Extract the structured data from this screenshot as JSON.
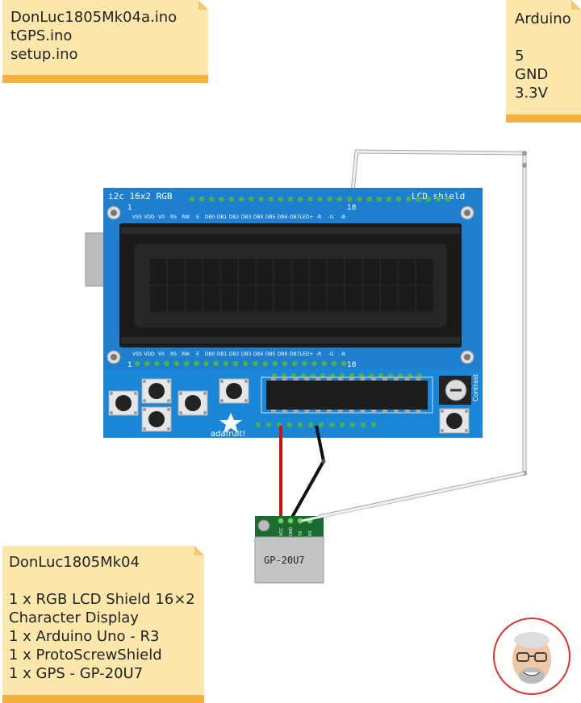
{
  "notes": {
    "files": {
      "text": "DonLuc1805Mk04a.ino\ntGPS.ino\nsetup.ino"
    },
    "arduino": {
      "text": "Arduino\n\n5\nGND\n3.3V"
    },
    "parts": {
      "text": "DonLuc1805Mk04\n\n1 x RGB LCD Shield 16×2\nCharacter Display\n1 x Arduino Uno - R3\n1 x ProtoScrewShield\n1 x GPS - GP-20U7"
    }
  },
  "board": {
    "title_left": "i2c 16x2 RGB",
    "title_right": "LCD shield",
    "pin1": "1",
    "pin18": "18",
    "pin_labels": [
      "VSS",
      "VDD",
      "V0",
      "RS",
      "RW",
      "E",
      "DB0",
      "DB1",
      "DB2",
      "DB3",
      "DB4",
      "DB5",
      "DB6",
      "DB7",
      "LED+",
      "-R",
      "-G",
      "-B"
    ],
    "brand": "adafruit!",
    "contrast": "Contrast"
  },
  "gps": {
    "label": "GP-20U7",
    "pins": [
      "VCC",
      "GND",
      "TX",
      "RX"
    ]
  },
  "colors": {
    "note_bg": "#fde7ab",
    "note_band": "#f5b13d",
    "pcb": "#1f7fcf",
    "lcd_frame": "#1a1a1a",
    "wire_red": "#cc1111",
    "wire_black": "#111111",
    "wire_white": "#dddddd"
  }
}
